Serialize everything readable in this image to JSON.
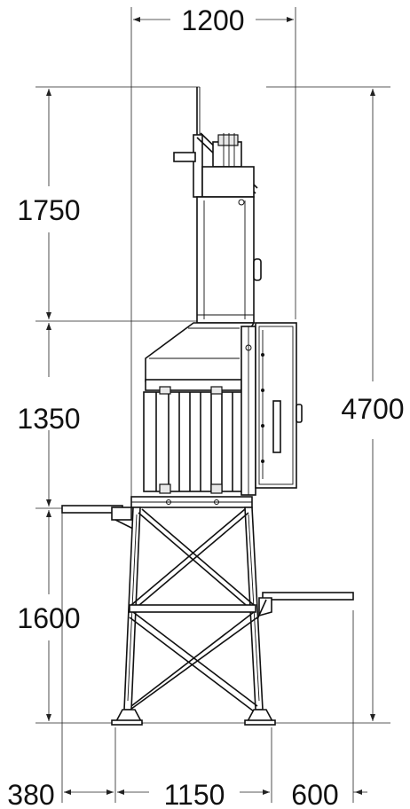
{
  "dimensions": {
    "top_width": "1200",
    "upper_height": "1750",
    "middle_height": "1350",
    "lower_height": "1600",
    "total_height": "4700",
    "left_platform": "380",
    "base_width": "1150",
    "right_platform": "600"
  }
}
